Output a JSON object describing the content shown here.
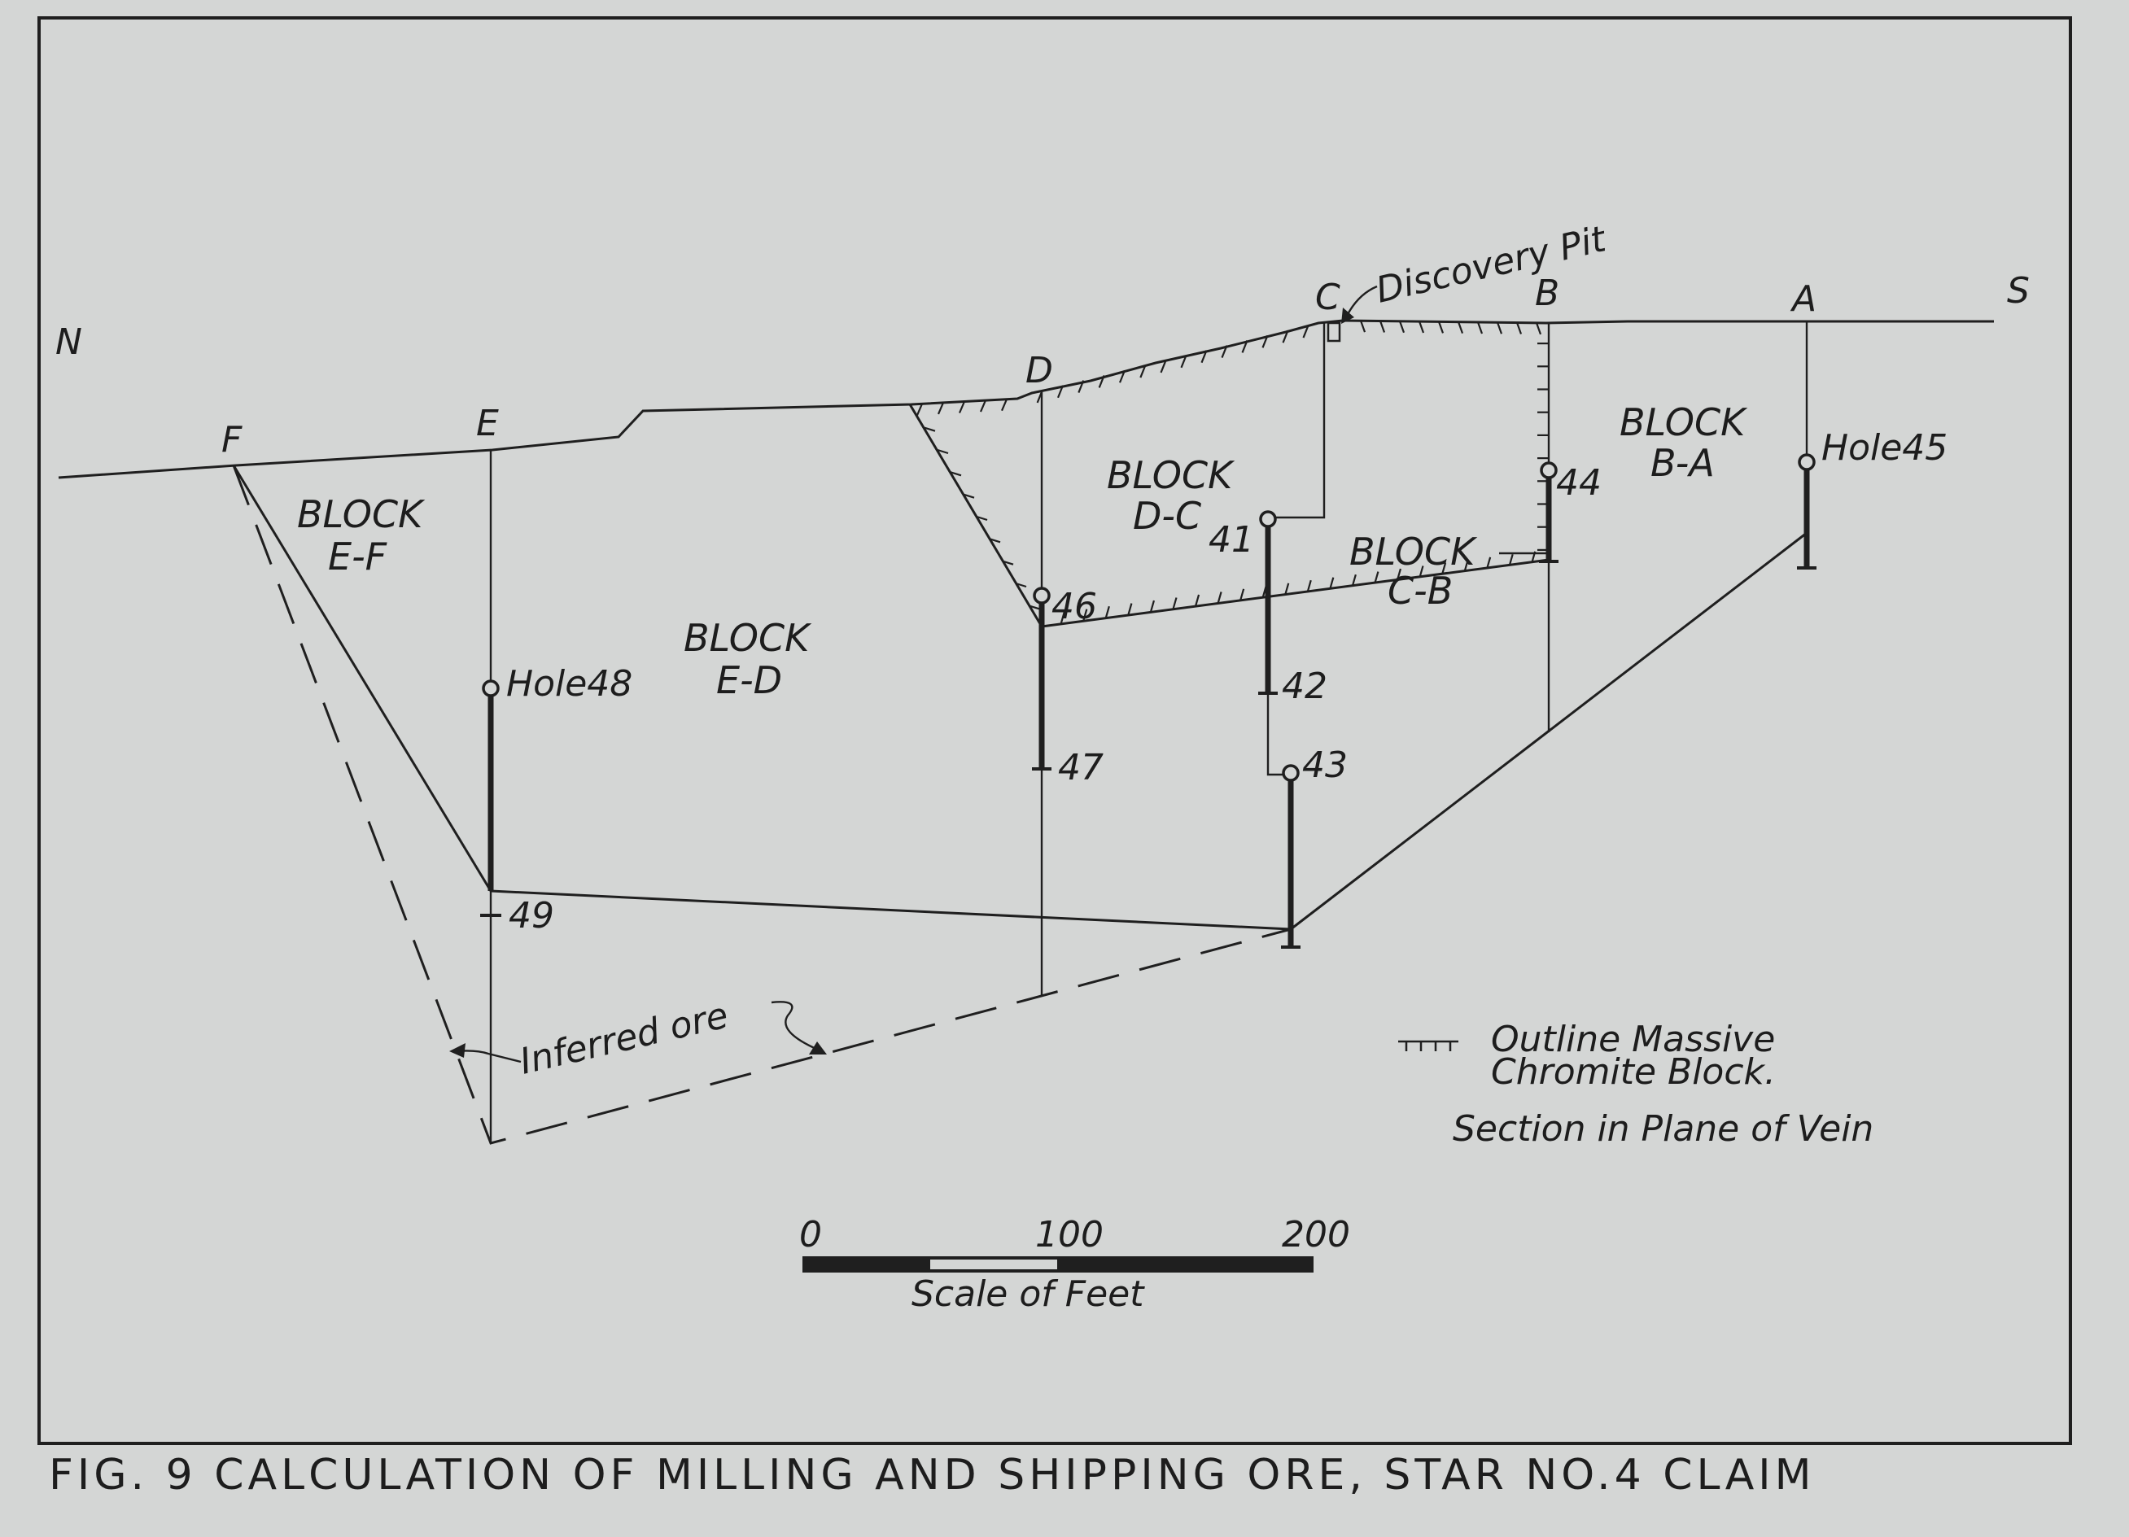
{
  "directions": {
    "north": "N",
    "south": "S"
  },
  "points": {
    "A": "A",
    "B": "B",
    "C": "C",
    "D": "D",
    "E": "E",
    "F": "F"
  },
  "discovery_pit": "Discovery Pit",
  "blocks": {
    "ef": [
      "BLOCK",
      "E-F"
    ],
    "ed": [
      "BLOCK",
      "E-D"
    ],
    "dc": [
      "BLOCK",
      "D-C"
    ],
    "cb": [
      "BLOCK",
      "C-B"
    ],
    "ba": [
      "BLOCK",
      "B-A"
    ]
  },
  "holes": {
    "h41": "41",
    "h42": "42",
    "h43": "43",
    "h44": "44",
    "h45": "Hole45",
    "h46": "46",
    "h47": "47",
    "h48": "Hole48",
    "h49": "49"
  },
  "inferred_ore": "Inferred ore",
  "legend": {
    "line1": "Outline Massive",
    "line2": "Chromite Block.",
    "note": "Section in Plane of Vein"
  },
  "scale": {
    "t0": "0",
    "t100": "100",
    "t200": "200",
    "label": "Scale of Feet"
  },
  "caption": "FIG. 9  CALCULATION OF MILLING AND SHIPPING ORE, STAR NO.4 CLAIM"
}
